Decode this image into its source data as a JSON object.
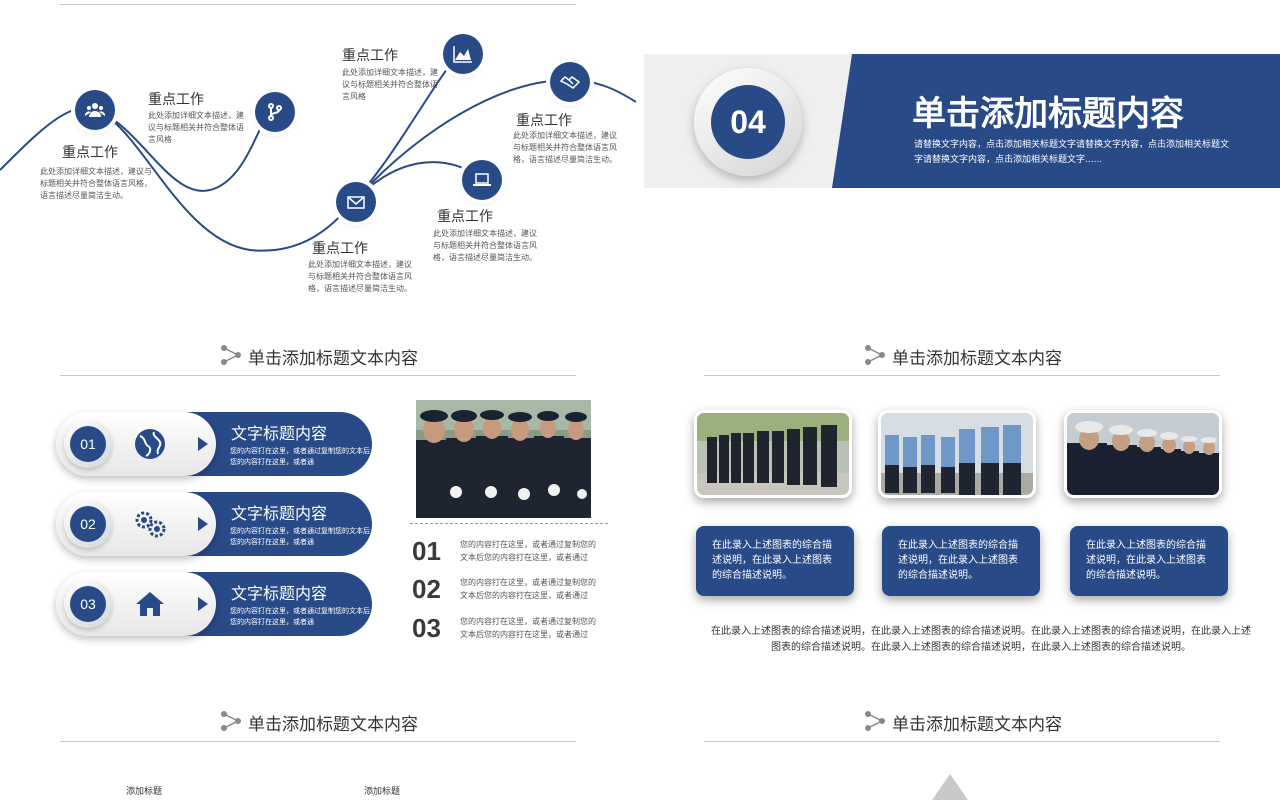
{
  "slide1": {
    "items": [
      {
        "title": "重点工作",
        "desc": "此处添加详细文本描述，建议与标题相关并符合整体语言风格，语言描述尽量简洁生动。",
        "icon": "people-icon"
      },
      {
        "title": "重点工作",
        "desc": "此处添加详细文本描述，建议与标题相关并符合整体语言风格",
        "icon": "branch-icon"
      },
      {
        "title": "重点工作",
        "desc": "此处添加详细文本描述，建议与标题相关并符合整体语言风格",
        "icon": "chart-icon"
      },
      {
        "title": "重点工作",
        "desc": "此处添加详细文本描述，建议与标题相关并符合整体语言风格，语言描述尽量简洁生动。",
        "icon": "mail-icon"
      },
      {
        "title": "重点工作",
        "desc": "此处添加详细文本描述，建议与标题相关并符合整体语言风格，语言描述尽量简洁生动。",
        "icon": "laptop-icon"
      },
      {
        "title": "重点工作",
        "desc": "此处添加详细文本描述，建议与标题相关并符合整体语言风格，语言描述尽量简洁生动。",
        "icon": "handshake-icon"
      }
    ]
  },
  "slide2": {
    "number": "04",
    "title": "单击添加标题内容",
    "desc": "请替换文字内容，点击添加相关标题文字请替换文字内容，点击添加相关标题文字请替换文字内容，点击添加相关标题文字......"
  },
  "slide3": {
    "header": "单击添加标题文本内容",
    "pills": [
      {
        "num": "01",
        "icon": "globe-icon",
        "title": "文字标题内容",
        "desc": "您的内容打在这里，或者通过复制您的文本后您的内容打在这里，或者通"
      },
      {
        "num": "02",
        "icon": "gears-icon",
        "title": "文字标题内容",
        "desc": "您的内容打在这里，或者通过复制您的文本后您的内容打在这里，或者通"
      },
      {
        "num": "03",
        "icon": "home-icon",
        "title": "文字标题内容",
        "desc": "您的内容打在这里，或者通过复制您的文本后您的内容打在这里，或者通"
      }
    ],
    "list": [
      {
        "num": "01",
        "desc": "您的内容打在这里，或者通过复制您的文本后您的内容打在这里，或者通过"
      },
      {
        "num": "02",
        "desc": "您的内容打在这里，或者通过复制您的文本后您的内容打在这里，或者通过"
      },
      {
        "num": "03",
        "desc": "您的内容打在这里，或者通过复制您的文本后您的内容打在这里，或者通过"
      }
    ]
  },
  "slide4": {
    "header": "单击添加标题文本内容",
    "cards": [
      {
        "text": "在此录入上述图表的综合描述说明，在此录入上述图表的综合描述说明。"
      },
      {
        "text": "在此录入上述图表的综合描述说明，在此录入上述图表的综合描述说明。"
      },
      {
        "text": "在此录入上述图表的综合描述说明，在此录入上述图表的综合描述说明。"
      }
    ],
    "footer": "在此录入上述图表的综合描述说明，在此录入上述图表的综合描述说明。在此录入上述图表的综合描述说明，在此录入上述图表的综合描述说明。在此录入上述图表的综合描述说明，在此录入上述图表的综合描述说明。"
  },
  "slide5": {
    "header": "单击添加标题文本内容",
    "labels": [
      "添加标题",
      "添加标题"
    ]
  },
  "slide6": {
    "header": "单击添加标题文本内容"
  },
  "colors": {
    "brand": "#284a87",
    "gray": "#efefef"
  }
}
